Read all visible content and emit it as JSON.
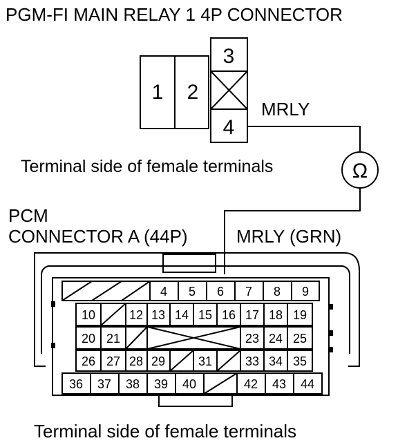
{
  "title": "PGM-FI MAIN RELAY 1 4P CONNECTOR",
  "relay_connector": {
    "terminal_1": "1",
    "terminal_2": "2",
    "terminal_3": "3",
    "terminal_4": "4",
    "caption": "Terminal side of female terminals"
  },
  "wire_label": "MRLY",
  "ohm_symbol": "Ω",
  "pcm_connector": {
    "title_line1": "PCM",
    "title_line2": "CONNECTOR A (44P)",
    "wire_label": "MRLY (GRN)",
    "caption": "Terminal side of female terminals",
    "row1": [
      "",
      "",
      "",
      "4",
      "5",
      "6",
      "7",
      "8",
      "9"
    ],
    "row2": [
      "10",
      "",
      "12",
      "13",
      "14",
      "15",
      "16",
      "17",
      "18",
      "19"
    ],
    "row3_left": [
      "20",
      "21"
    ],
    "row3_right": [
      "23",
      "24",
      "25"
    ],
    "row4": [
      "26",
      "27",
      "28",
      "29",
      "",
      "31",
      "",
      "33",
      "34",
      "35"
    ],
    "row5": [
      "36",
      "37",
      "38",
      "39",
      "40",
      "",
      "42",
      "43",
      "44"
    ]
  }
}
